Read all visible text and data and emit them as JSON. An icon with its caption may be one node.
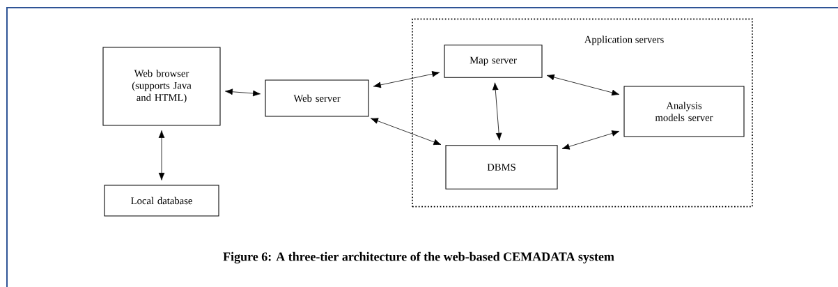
{
  "diagram": {
    "caption": "Figure 6: A three-tier architecture of the web-based CEMADATA system",
    "nodes": [
      {
        "text": [
          "Web browser (supports Java and HTML)"
        ]
      },
      {
        "text": [
          "Web server"
        ]
      },
      {
        "text": [
          "Local database"
        ]
      },
      {
        "text": [
          "Application servers"
        ]
      },
      {
        "text": [
          "Map server"
        ],
        "in": 3
      },
      {
        "text": [
          "DBMS"
        ],
        "in": 3
      },
      {
        "text": [
          "Analysis models server"
        ],
        "in": 3
      }
    ],
    "edges": [
      {
        "from": 0,
        "to": 1,
        "arrow": "both"
      },
      {
        "from": 0,
        "to": 2,
        "arrow": "both"
      },
      {
        "from": 1,
        "to": 4,
        "arrow": "both"
      },
      {
        "from": 1,
        "to": 5,
        "arrow": "both"
      },
      {
        "from": 4,
        "to": 5,
        "arrow": "both"
      },
      {
        "from": 4,
        "to": 6,
        "arrow": "both"
      },
      {
        "from": 5,
        "to": 6,
        "arrow": "both"
      }
    ]
  }
}
